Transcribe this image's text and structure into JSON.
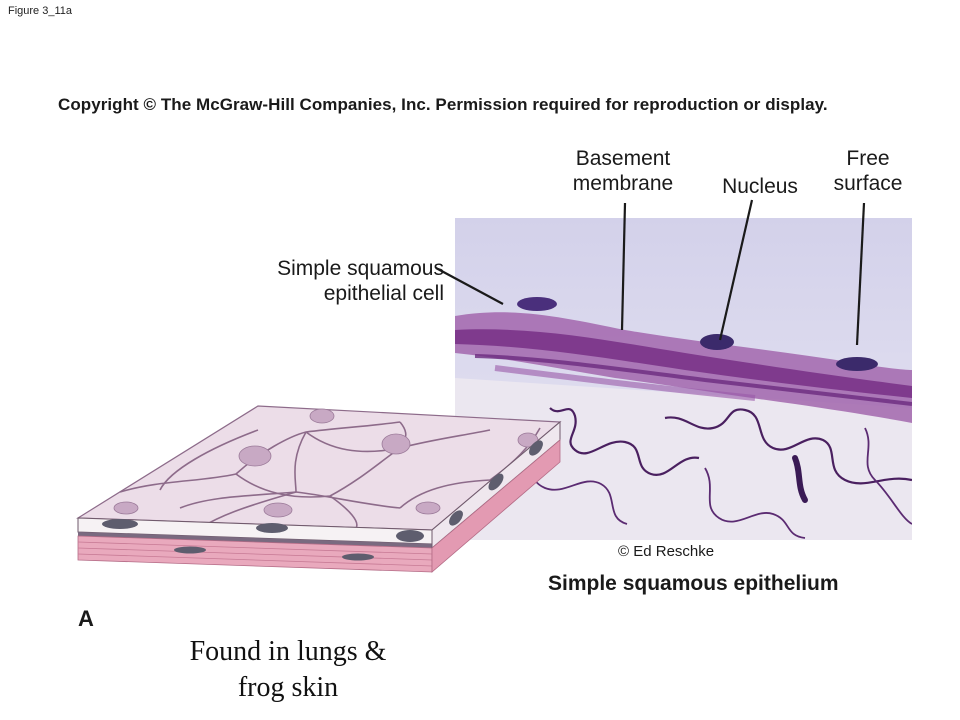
{
  "slide_label": "Figure 3_11a",
  "copyright": "Copyright © The McGraw-Hill Companies, Inc. Permission required for reproduction or display.",
  "labels": {
    "basement_membrane": [
      "Basement",
      "membrane"
    ],
    "nucleus": "Nucleus",
    "free_surface": [
      "Free",
      "surface"
    ],
    "squamous_cell": [
      "Simple squamous",
      "epithelial cell"
    ]
  },
  "photo_credit": "© Ed Reschke",
  "tissue_title": "Simple squamous epithelium",
  "panel_letter": "A",
  "note": [
    "Found in lungs &",
    "frog skin"
  ],
  "colors": {
    "micrograph_bg": "#d6d4ea",
    "tissue_stain": "#8a3d94",
    "nucleus": "#3b2a6b",
    "cell_fill": "#ecdde8",
    "connective": "#e9a9bd"
  }
}
